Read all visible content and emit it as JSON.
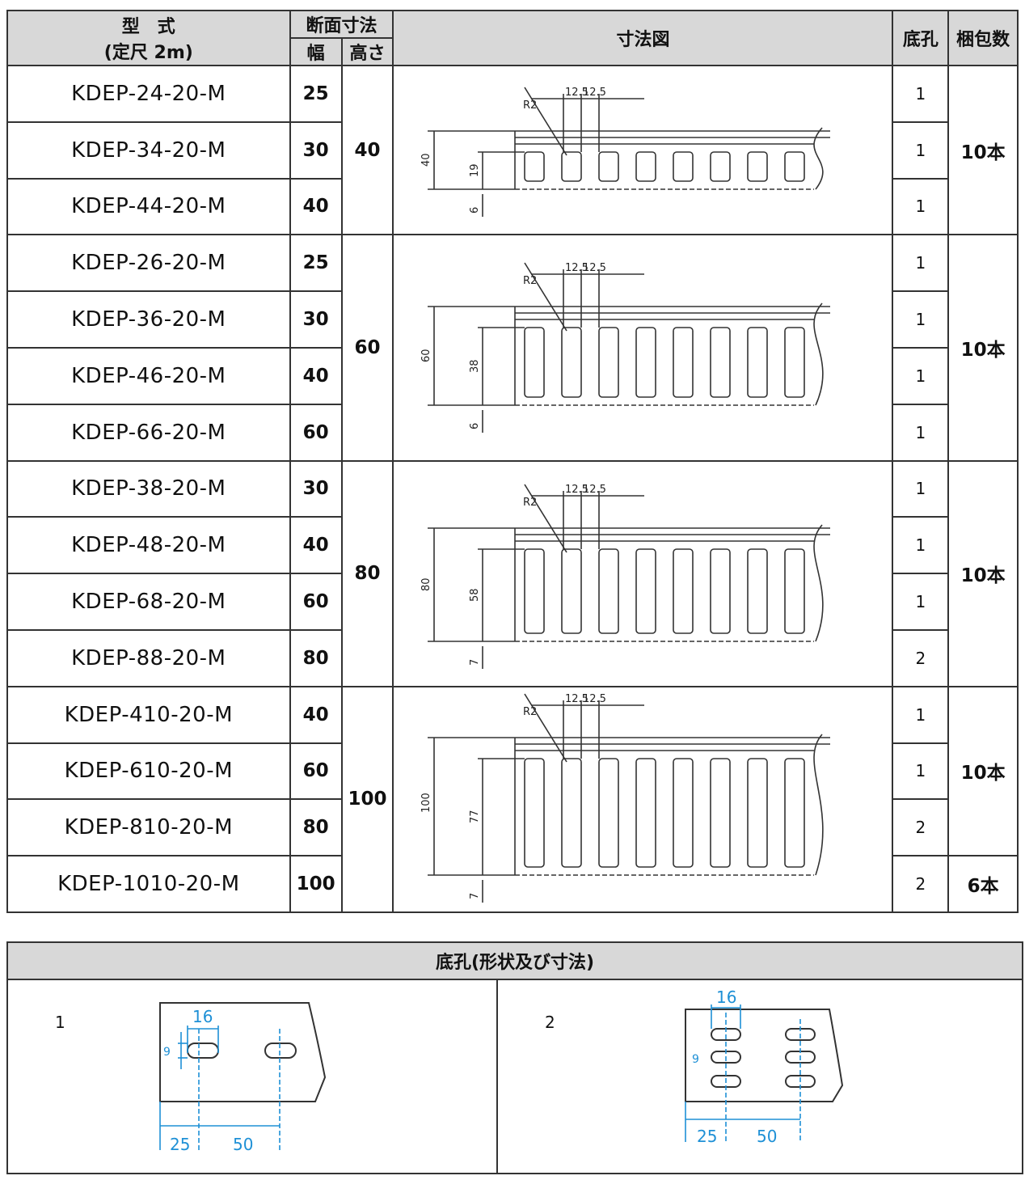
{
  "header": {
    "model_line1": "型　式",
    "model_line2": "(定尺 2m)",
    "section_dim": "断面寸法",
    "width": "幅",
    "height": "高さ",
    "diagram": "寸法図",
    "bottom_hole": "底孔",
    "package": "梱包数"
  },
  "groups": [
    {
      "height": "40",
      "package": "10本",
      "diagram": {
        "h": "40",
        "inner": "19",
        "bottom": "6",
        "pitch1": "12.5",
        "pitch2": "12.5",
        "radius": "R2"
      },
      "rows": [
        {
          "model": "KDEP-24-20-M",
          "width": "25",
          "hole": "1"
        },
        {
          "model": "KDEP-34-20-M",
          "width": "30",
          "hole": "1"
        },
        {
          "model": "KDEP-44-20-M",
          "width": "40",
          "hole": "1"
        }
      ]
    },
    {
      "height": "60",
      "package": "10本",
      "diagram": {
        "h": "60",
        "inner": "38",
        "bottom": "6",
        "pitch1": "12.5",
        "pitch2": "12.5",
        "radius": "R2"
      },
      "rows": [
        {
          "model": "KDEP-26-20-M",
          "width": "25",
          "hole": "1"
        },
        {
          "model": "KDEP-36-20-M",
          "width": "30",
          "hole": "1"
        },
        {
          "model": "KDEP-46-20-M",
          "width": "40",
          "hole": "1"
        },
        {
          "model": "KDEP-66-20-M",
          "width": "60",
          "hole": "1"
        }
      ]
    },
    {
      "height": "80",
      "package": "10本",
      "diagram": {
        "h": "80",
        "inner": "58",
        "bottom": "7",
        "pitch1": "12.5",
        "pitch2": "12.5",
        "radius": "R2"
      },
      "rows": [
        {
          "model": "KDEP-38-20-M",
          "width": "30",
          "hole": "1"
        },
        {
          "model": "KDEP-48-20-M",
          "width": "40",
          "hole": "1"
        },
        {
          "model": "KDEP-68-20-M",
          "width": "60",
          "hole": "1"
        },
        {
          "model": "KDEP-88-20-M",
          "width": "80",
          "hole": "2"
        }
      ]
    },
    {
      "height": "100",
      "package_a": "10本",
      "package_b": "6本",
      "diagram": {
        "h": "100",
        "inner": "77",
        "bottom": "7",
        "pitch1": "12.5",
        "pitch2": "12.5",
        "radius": "R2"
      },
      "rows": [
        {
          "model": "KDEP-410-20-M",
          "width": "40",
          "hole": "1"
        },
        {
          "model": "KDEP-610-20-M",
          "width": "60",
          "hole": "1"
        },
        {
          "model": "KDEP-810-20-M",
          "width": "80",
          "hole": "2"
        },
        {
          "model": "KDEP-1010-20-M",
          "width": "100",
          "hole": "2"
        }
      ]
    }
  ],
  "holes_section": {
    "title": "底孔(形状及び寸法)",
    "type1": {
      "label": "1",
      "slot_w": "16",
      "slot_h": "9",
      "edge": "25",
      "pitch": "50"
    },
    "type2": {
      "label": "2",
      "slot_w": "16",
      "slot_h": "9",
      "edge": "25",
      "pitch": "50"
    }
  },
  "colors": {
    "dimension_blue": "#1e90d6",
    "header_gray": "#d8d8d8",
    "line": "#333333"
  }
}
